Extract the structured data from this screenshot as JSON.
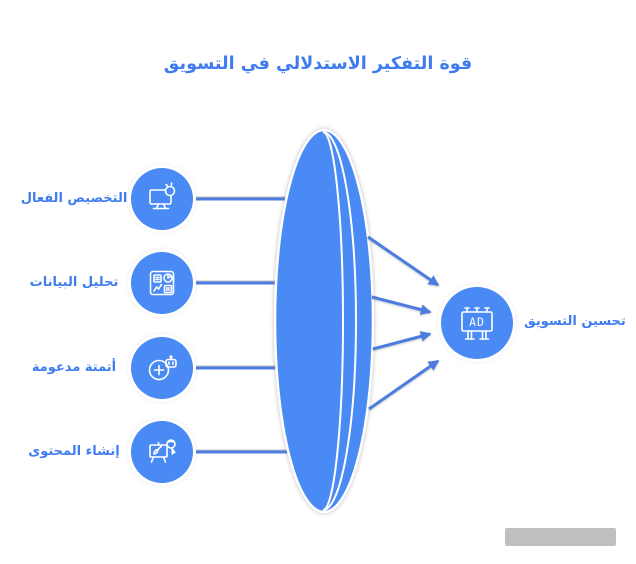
{
  "title": "قوة التفكير الاستدلالي في التسويق",
  "inputs": [
    {
      "label": "التخصيص الفعال",
      "icon": "personalization-monitor-icon"
    },
    {
      "label": "تحليل البيانات",
      "icon": "analytics-dashboard-icon"
    },
    {
      "label": "أتمتة مدعومة",
      "icon": "ai-automation-icon"
    },
    {
      "label": "إنشاء المحتوى",
      "icon": "content-creation-icon"
    }
  ],
  "output": {
    "label": "تحسين التسويق",
    "icon": "ad-billboard-icon",
    "badge_text": "AD"
  },
  "lens": {
    "shape": "vertical-lens",
    "inner_highlight_lines": 2
  },
  "colors": {
    "brand_blue": "#4a8af4",
    "accent_text": "#3f7cf0",
    "line_blue": "#4c7ce0",
    "watermark_gray": "#a9a9a9",
    "background": "#ffffff",
    "icon_stroke": "#ffffff"
  }
}
